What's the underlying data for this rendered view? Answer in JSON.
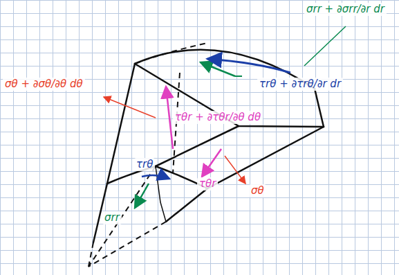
{
  "diagram": {
    "labels": [
      "σrr + ∂σrr/∂r dr",
      "τrθ + ∂τrθ/∂r dr",
      "σθ + ∂σθ/∂θ dθ",
      "τθr + ∂τθr/∂θ dθ",
      "τrθ",
      "σrr",
      "τθr",
      "σθ"
    ]
  }
}
